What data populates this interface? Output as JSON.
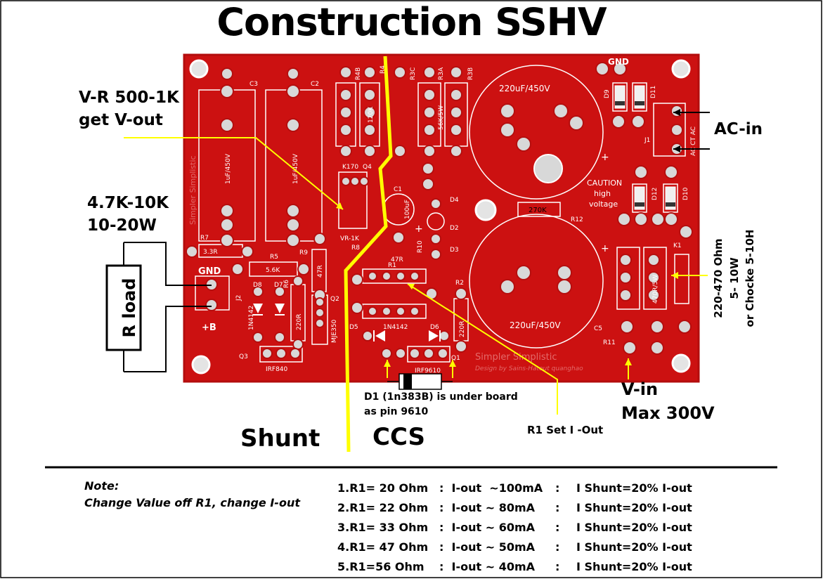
{
  "title": "Construction SSHV",
  "colors": {
    "pcb": "#cc1111",
    "pcb_dark": "#a40c0c",
    "silk": "#ffffff",
    "pad": "#c9c9c9",
    "arrow": "#ffff00",
    "border": "#000000"
  },
  "annotations": {
    "vr_line1": "V-R 500-1K",
    "vr_line2": "get V-out",
    "load_line1": "4.7K-10K",
    "load_line2": "10-20W",
    "rload": "R load",
    "acin": "AC-in",
    "choke_line1": "220-470 Ohm",
    "choke_line2": "5- 10W",
    "choke_line3": "or Chocke 5-10H",
    "vin_line1": "V-in",
    "vin_line2": "Max 300V",
    "shunt": "Shunt",
    "ccs": "CCS",
    "d1_line1": "D1 (1n383B) is under board",
    "d1_line2": "as pin 9610",
    "r1set": "R1 Set I -Out"
  },
  "board_labels": {
    "c3": "C3",
    "c2": "C2",
    "c3_value": "1uF/450V",
    "c2_value": "1uF/450V",
    "r4b": "R4B",
    "r4": "R4",
    "r3c": "R3C",
    "r3a": "R3A",
    "r3b": "R3B",
    "r4_value": "120K",
    "r3_value": "56K/5W",
    "k170": "K170",
    "q4": "Q4",
    "vr": "VR-1K",
    "r8": "R8",
    "c1": "C1",
    "c1_value": "100uF",
    "r10": "R10",
    "r10_value": "47R",
    "d4": "D4",
    "d2": "D2",
    "d3": "D3",
    "cap_top": "220uF/450V",
    "cap_bottom": "220uF/450V",
    "caution1": "CAUTION",
    "caution2": "high",
    "caution3": "voltage",
    "r12_value": "270K",
    "r12": "R12",
    "gnd_top": "GND",
    "d9": "D9",
    "d11": "D11",
    "d12": "D12",
    "d10": "D10",
    "j1": "J1",
    "j1_pins": "AC CT AC",
    "k1": "K1",
    "c5": "C5",
    "r11": "R11",
    "r11_value": "470R/5W",
    "r7": "R7",
    "r7_value": "3.3R",
    "r5": "R5",
    "r5_value": "5.6K",
    "r9": "R9",
    "r9_value": "47R",
    "r6": "R6",
    "r6_value": "220R",
    "q2": "Q2",
    "q2_value": "MJE350",
    "gnd": "GND",
    "plus_b": "+B",
    "j2": "J2",
    "d8": "D8",
    "d7": "D7",
    "diode_value": "1N4142",
    "q3": "Q3",
    "q3_value": "IRF840",
    "r1": "R1",
    "r2": "R2",
    "r2_value": "220R",
    "d5": "D5",
    "d6": "D6",
    "d56_value": "1N4142",
    "q1": "Q1",
    "q1_value": "IRF9610",
    "brand": "Simpler Simplistic",
    "credit": "Design by Sains-Hatout quanghao"
  },
  "note": {
    "title": "Note:",
    "text": "Change Value off R1, change I-out"
  },
  "r1_table": [
    {
      "r": "1.R1= 20 Ohm",
      "iout": ":  I-out  ~100mA",
      "sep": ":",
      "shunt": "I Shunt=20% I-out"
    },
    {
      "r": "2.R1= 22 Ohm",
      "iout": ":  I-out ~ 80mA",
      "sep": ":",
      "shunt": "I Shunt=20% I-out"
    },
    {
      "r": "3.R1= 33 Ohm",
      "iout": ":  I-out ~ 60mA",
      "sep": ":",
      "shunt": "I Shunt=20% I-out"
    },
    {
      "r": "4.R1= 47 Ohm",
      "iout": ":  I-out ~ 50mA",
      "sep": ":",
      "shunt": "I Shunt=20% I-out"
    },
    {
      "r": "5.R1=56 Ohm",
      "iout": ":  I-out ~ 40mA",
      "sep": ":",
      "shunt": "I Shunt=20% I-out"
    }
  ]
}
